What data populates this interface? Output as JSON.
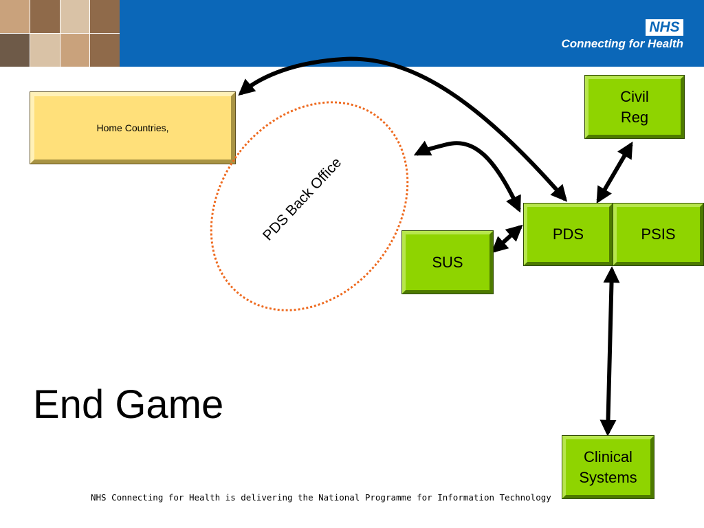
{
  "header": {
    "logo_text": "NHS",
    "tagline": "Connecting for Health"
  },
  "diagram": {
    "home_countries": "Home Countries,",
    "back_office": "PDS Back Office",
    "civil_reg": [
      "Civil",
      "Reg"
    ],
    "pds": "PDS",
    "psis": "PSIS",
    "sus": "SUS",
    "clinical_systems": [
      "Clinical",
      "Systems"
    ]
  },
  "slide": {
    "title": "End Game",
    "footer": "NHS Connecting for Health is delivering the National Programme for Information Technology"
  },
  "colors": {
    "banner_blue": "#0b67b8",
    "box_green": "#8fd400",
    "box_yellow": "#ffe07a",
    "ellipse_orange": "#ee6a1f"
  }
}
